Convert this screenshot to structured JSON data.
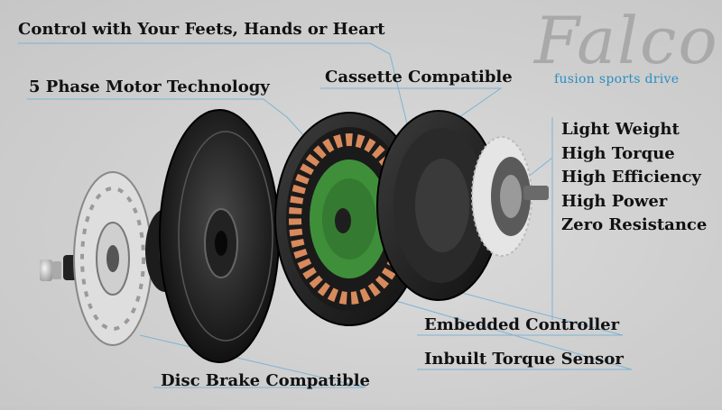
{
  "brand": {
    "name": "Falco",
    "tagline": "fusion sports drive"
  },
  "labels": {
    "control": "Control with Your Feets, Hands or Heart",
    "motor": "5 Phase Motor Technology",
    "cassette": "Cassette Compatible",
    "controller": "Embedded Controller",
    "torque_sensor": "Inbuilt Torque Sensor",
    "disc_brake": "Disc Brake Compatible"
  },
  "features": [
    "Light Weight",
    "High Torque",
    "High Efficiency",
    "High Power",
    "Zero Resistance"
  ],
  "colors": {
    "background": "#cfcfcf",
    "callout_line": "#7db4d4",
    "tagline": "#2a8fc1",
    "logo": "#a9a9a9",
    "coil": "#d88a5c",
    "pcb": "#3f8f3a"
  }
}
